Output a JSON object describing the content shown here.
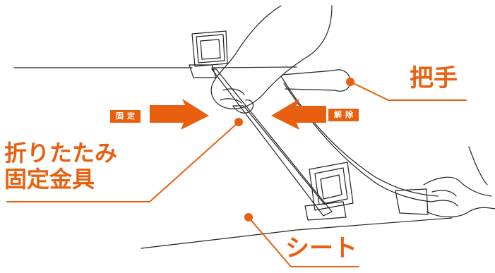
{
  "labels": {
    "handle": "把手",
    "fold_line1": "折りたたみ",
    "fold_line2": "固定金具",
    "sheet": "シート",
    "fix": "固定",
    "release": "解除"
  },
  "colors": {
    "accent": "#e8600f",
    "line": "#222222",
    "tag_text": "#ffffff"
  },
  "icons": [
    "fix-arrow-icon",
    "release-arrow-icon"
  ]
}
